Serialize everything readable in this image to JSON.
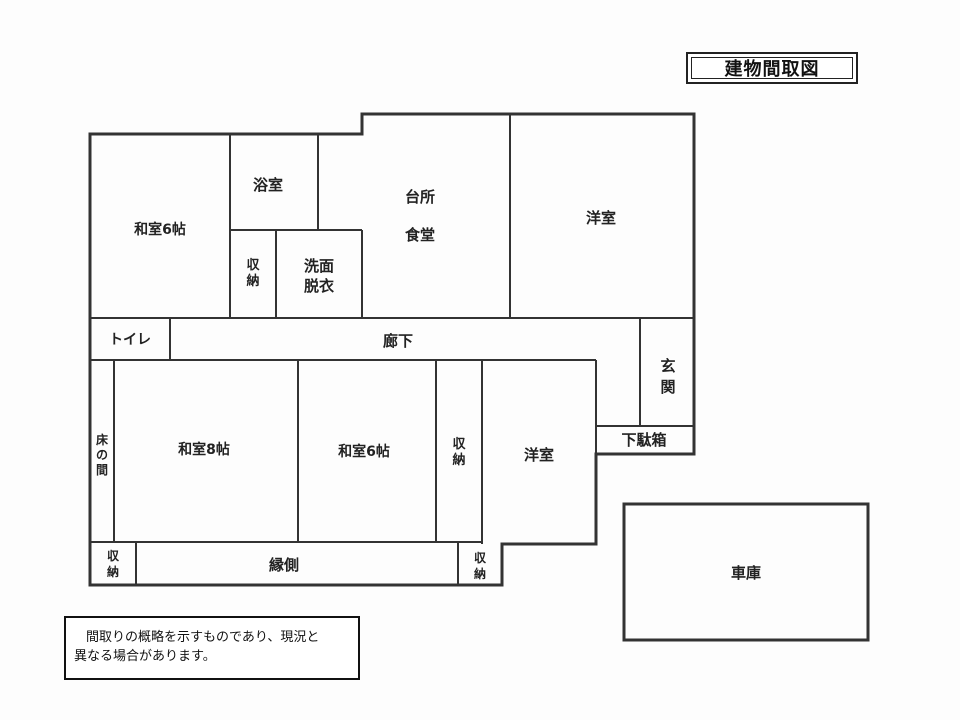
{
  "title": "建物間取図",
  "rooms": {
    "washitsu6_top": "和室6帖",
    "yokushitsu": "浴室",
    "daidokoro": "台所",
    "shokudo": "食堂",
    "youshitsu_top": "洋室",
    "shuno_bath_1": "収",
    "shuno_bath_2": "納",
    "senmen": "洗面",
    "datsui": "脱衣",
    "toilet": "トイレ",
    "rouka": "廊下",
    "genkan_1": "玄",
    "genkan_2": "関",
    "tokonoma_1": "床",
    "tokonoma_2": "の",
    "tokonoma_3": "間",
    "washitsu8": "和室8帖",
    "washitsu6_bottom": "和室6帖",
    "shuno_mid_1": "収",
    "shuno_mid_2": "納",
    "youshitsu_bottom": "洋室",
    "getabako": "下駄箱",
    "shuno_left_1": "収",
    "shuno_left_2": "納",
    "engawa": "縁側",
    "shuno_right_1": "収",
    "shuno_right_2": "納",
    "shako": "車庫"
  },
  "note": {
    "line1": "間取りの概略を示すものであり、現況と",
    "line2": "異なる場合があります。"
  }
}
